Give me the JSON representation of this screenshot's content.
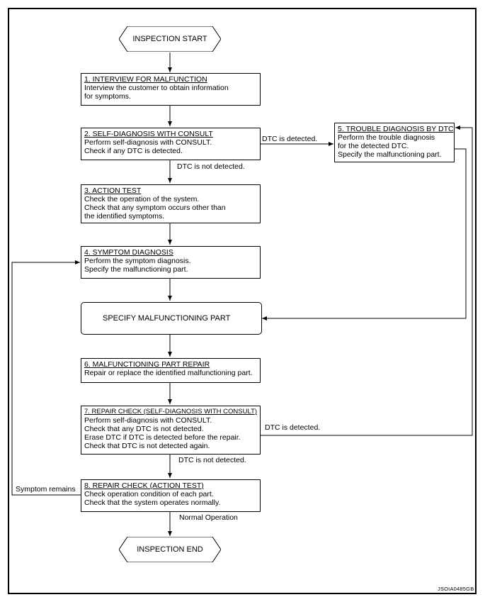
{
  "start_label": "INSPECTION START",
  "end_label": "INSPECTION END",
  "steps": [
    {
      "title": "1. INTERVIEW FOR MALFUNCTION",
      "lines": [
        "Interview the customer to obtain information",
        "for symptoms."
      ]
    },
    {
      "title": "2. SELF-DIAGNOSIS WITH CONSULT",
      "lines": [
        "Perform self-diagnosis with CONSULT.",
        "Check if any DTC is detected."
      ]
    },
    {
      "title": "3. ACTION TEST",
      "lines": [
        "Check the operation of the system.",
        "Check that any symptom occurs other than",
        "the identified symptoms."
      ]
    },
    {
      "title": "4. SYMPTOM DIAGNOSIS",
      "lines": [
        "Perform the symptom diagnosis.",
        "Specify the malfunctioning part."
      ]
    },
    {
      "title": "5. TROUBLE DIAGNOSIS BY DTC",
      "lines": [
        "Perform the trouble diagnosis",
        "for the detected DTC.",
        "Specify the malfunctioning part."
      ]
    },
    {
      "title": "6. MALFUNCTIONING PART REPAIR",
      "lines": [
        "Repair or replace the identified malfunctioning part."
      ]
    },
    {
      "title": "7. REPAIR CHECK (SELF-DIAGNOSIS WITH CONSULT)",
      "lines": [
        "Perform self-diagnosis with CONSULT.",
        "Check that any DTC is not detected.",
        "Erase DTC if DTC is detected before the repair.",
        "Check that DTC is not detected again."
      ]
    },
    {
      "title": "8. REPAIR CHECK (ACTION TEST)",
      "lines": [
        "Check operation condition of each part.",
        "Check that the system operates normally."
      ]
    }
  ],
  "specify_label": "SPECIFY MALFUNCTIONING PART",
  "edge_labels": {
    "dtc_detected_2": "DTC is detected.",
    "dtc_not_detected_2": "DTC is not detected.",
    "dtc_detected_7": "DTC is detected.",
    "dtc_not_detected_7": "DTC is not detected.",
    "symptom_remains": "Symptom remains",
    "normal_operation": "Normal Operation"
  },
  "figure_code": "JSOIA0485GB"
}
